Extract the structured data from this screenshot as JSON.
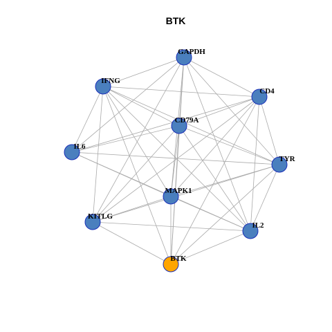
{
  "title": "BTK",
  "colors": {
    "node_fill": "#4a7fbe",
    "highlight_fill": "#ffa500",
    "node_border": "#1a2fb8",
    "edge": "#a9a9a9"
  },
  "nodes": [
    {
      "id": "GAPDH",
      "label": "GAPDH",
      "highlight": false
    },
    {
      "id": "IFNG",
      "label": "IFNG",
      "highlight": false
    },
    {
      "id": "CD4",
      "label": "CD4",
      "highlight": false
    },
    {
      "id": "CD79A",
      "label": "CD79A",
      "highlight": false
    },
    {
      "id": "IL6",
      "label": "IL6",
      "highlight": false
    },
    {
      "id": "TYR",
      "label": "TYR",
      "highlight": false
    },
    {
      "id": "MAPK1",
      "label": "MAPK1",
      "highlight": false
    },
    {
      "id": "KITLG",
      "label": "KITLG",
      "highlight": false
    },
    {
      "id": "IL2",
      "label": "IL2",
      "highlight": false
    },
    {
      "id": "BTK",
      "label": "BTK",
      "highlight": true
    }
  ],
  "edges": [
    [
      "GAPDH",
      "IFNG"
    ],
    [
      "GAPDH",
      "CD4"
    ],
    [
      "GAPDH",
      "CD79A"
    ],
    [
      "GAPDH",
      "IL6"
    ],
    [
      "GAPDH",
      "TYR"
    ],
    [
      "GAPDH",
      "MAPK1"
    ],
    [
      "GAPDH",
      "KITLG"
    ],
    [
      "GAPDH",
      "IL2"
    ],
    [
      "GAPDH",
      "BTK"
    ],
    [
      "IFNG",
      "CD4"
    ],
    [
      "IFNG",
      "CD79A"
    ],
    [
      "IFNG",
      "IL6"
    ],
    [
      "IFNG",
      "TYR"
    ],
    [
      "IFNG",
      "MAPK1"
    ],
    [
      "IFNG",
      "KITLG"
    ],
    [
      "IFNG",
      "IL2"
    ],
    [
      "IFNG",
      "BTK"
    ],
    [
      "CD4",
      "CD79A"
    ],
    [
      "CD4",
      "IL6"
    ],
    [
      "CD4",
      "TYR"
    ],
    [
      "CD4",
      "MAPK1"
    ],
    [
      "CD4",
      "KITLG"
    ],
    [
      "CD4",
      "IL2"
    ],
    [
      "CD4",
      "BTK"
    ],
    [
      "CD79A",
      "IL6"
    ],
    [
      "CD79A",
      "TYR"
    ],
    [
      "CD79A",
      "MAPK1"
    ],
    [
      "CD79A",
      "KITLG"
    ],
    [
      "CD79A",
      "IL2"
    ],
    [
      "CD79A",
      "BTK"
    ],
    [
      "IL6",
      "TYR"
    ],
    [
      "IL6",
      "MAPK1"
    ],
    [
      "IL6",
      "IL2"
    ],
    [
      "TYR",
      "MAPK1"
    ],
    [
      "TYR",
      "KITLG"
    ],
    [
      "TYR",
      "IL2"
    ],
    [
      "TYR",
      "BTK"
    ],
    [
      "MAPK1",
      "KITLG"
    ],
    [
      "MAPK1",
      "IL2"
    ],
    [
      "MAPK1",
      "BTK"
    ],
    [
      "KITLG",
      "IL2"
    ],
    [
      "KITLG",
      "BTK"
    ],
    [
      "IL2",
      "BTK"
    ]
  ]
}
